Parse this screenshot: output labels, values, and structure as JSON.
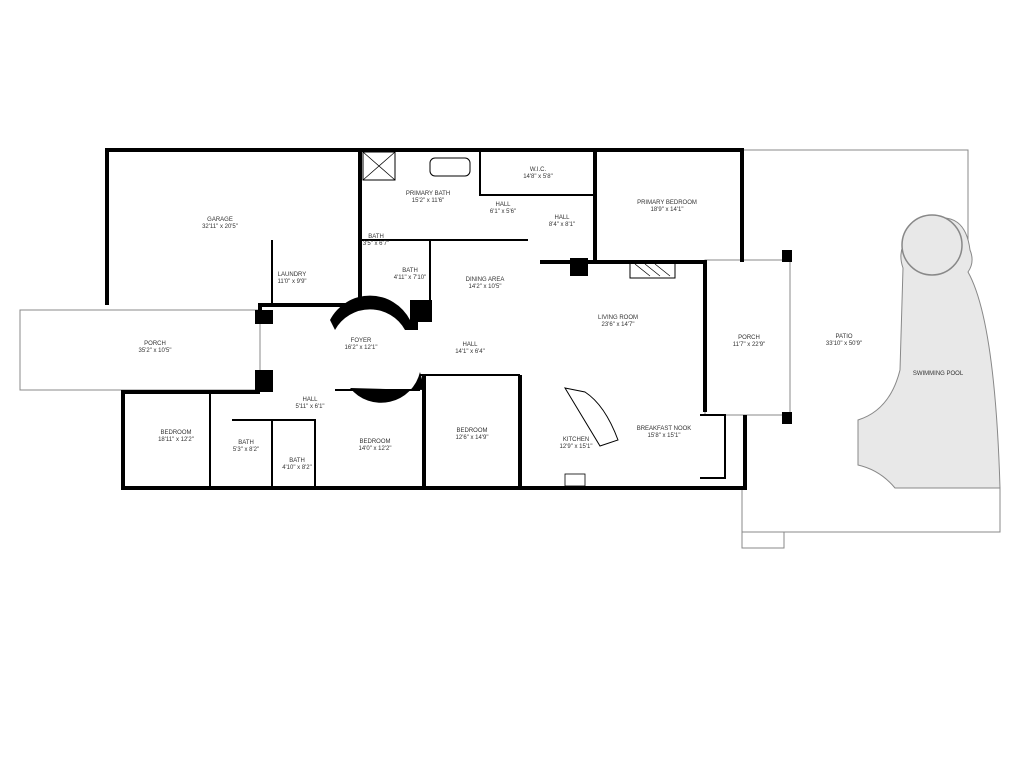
{
  "rooms": {
    "garage": {
      "name": "GARAGE",
      "size": "32'11\" x 20'5\""
    },
    "primary_bath": {
      "name": "PRIMARY BATH",
      "size": "15'2\" x 11'6\""
    },
    "wic": {
      "name": "W.I.C.",
      "size": "14'8\" x 5'8\""
    },
    "hall_a": {
      "name": "HALL",
      "size": "6'1\" x 5'6\""
    },
    "hall_b": {
      "name": "HALL",
      "size": "8'4\" x 8'1\""
    },
    "primary_bedroom": {
      "name": "PRIMARY BEDROOM",
      "size": "18'9\" x 14'1\""
    },
    "bath_a": {
      "name": "BATH",
      "size": "3'5\" x 6'7\""
    },
    "bath_b": {
      "name": "BATH",
      "size": "4'11\" x 7'10\""
    },
    "laundry": {
      "name": "LAUNDRY",
      "size": "11'0\" x 9'9\""
    },
    "dining": {
      "name": "DINING AREA",
      "size": "14'2\" x 10'5\""
    },
    "living": {
      "name": "LIVING ROOM",
      "size": "23'6\" x 14'7\""
    },
    "porch_front": {
      "name": "PORCH",
      "size": "35'2\" x 10'5\""
    },
    "foyer": {
      "name": "FOYER",
      "size": "16'2\" x 12'1\""
    },
    "hall_c": {
      "name": "HALL",
      "size": "14'1\" x 6'4\""
    },
    "porch_back": {
      "name": "PORCH",
      "size": "11'7\" x 22'9\""
    },
    "patio": {
      "name": "PATIO",
      "size": "33'10\" x 50'9\""
    },
    "pool": {
      "name": "SWIMMING POOL"
    },
    "hall_d": {
      "name": "HALL",
      "size": "5'11\" x 6'1\""
    },
    "bedroom_a": {
      "name": "BEDROOM",
      "size": "18'11\" x 12'2\""
    },
    "bath_c": {
      "name": "BATH",
      "size": "5'3\" x 8'2\""
    },
    "bath_d": {
      "name": "BATH",
      "size": "4'10\" x 8'2\""
    },
    "bedroom_b": {
      "name": "BEDROOM",
      "size": "14'0\" x 12'2\""
    },
    "bedroom_c": {
      "name": "BEDROOM",
      "size": "12'6\" x 14'9\""
    },
    "kitchen": {
      "name": "KITCHEN",
      "size": "12'9\" x 15'1\""
    },
    "nook": {
      "name": "BREAKFAST NOOK",
      "size": "15'8\" x 15'1\""
    }
  },
  "colors": {
    "wall": "#000000",
    "pool": "#e8e8e8",
    "outline": "#888888"
  }
}
